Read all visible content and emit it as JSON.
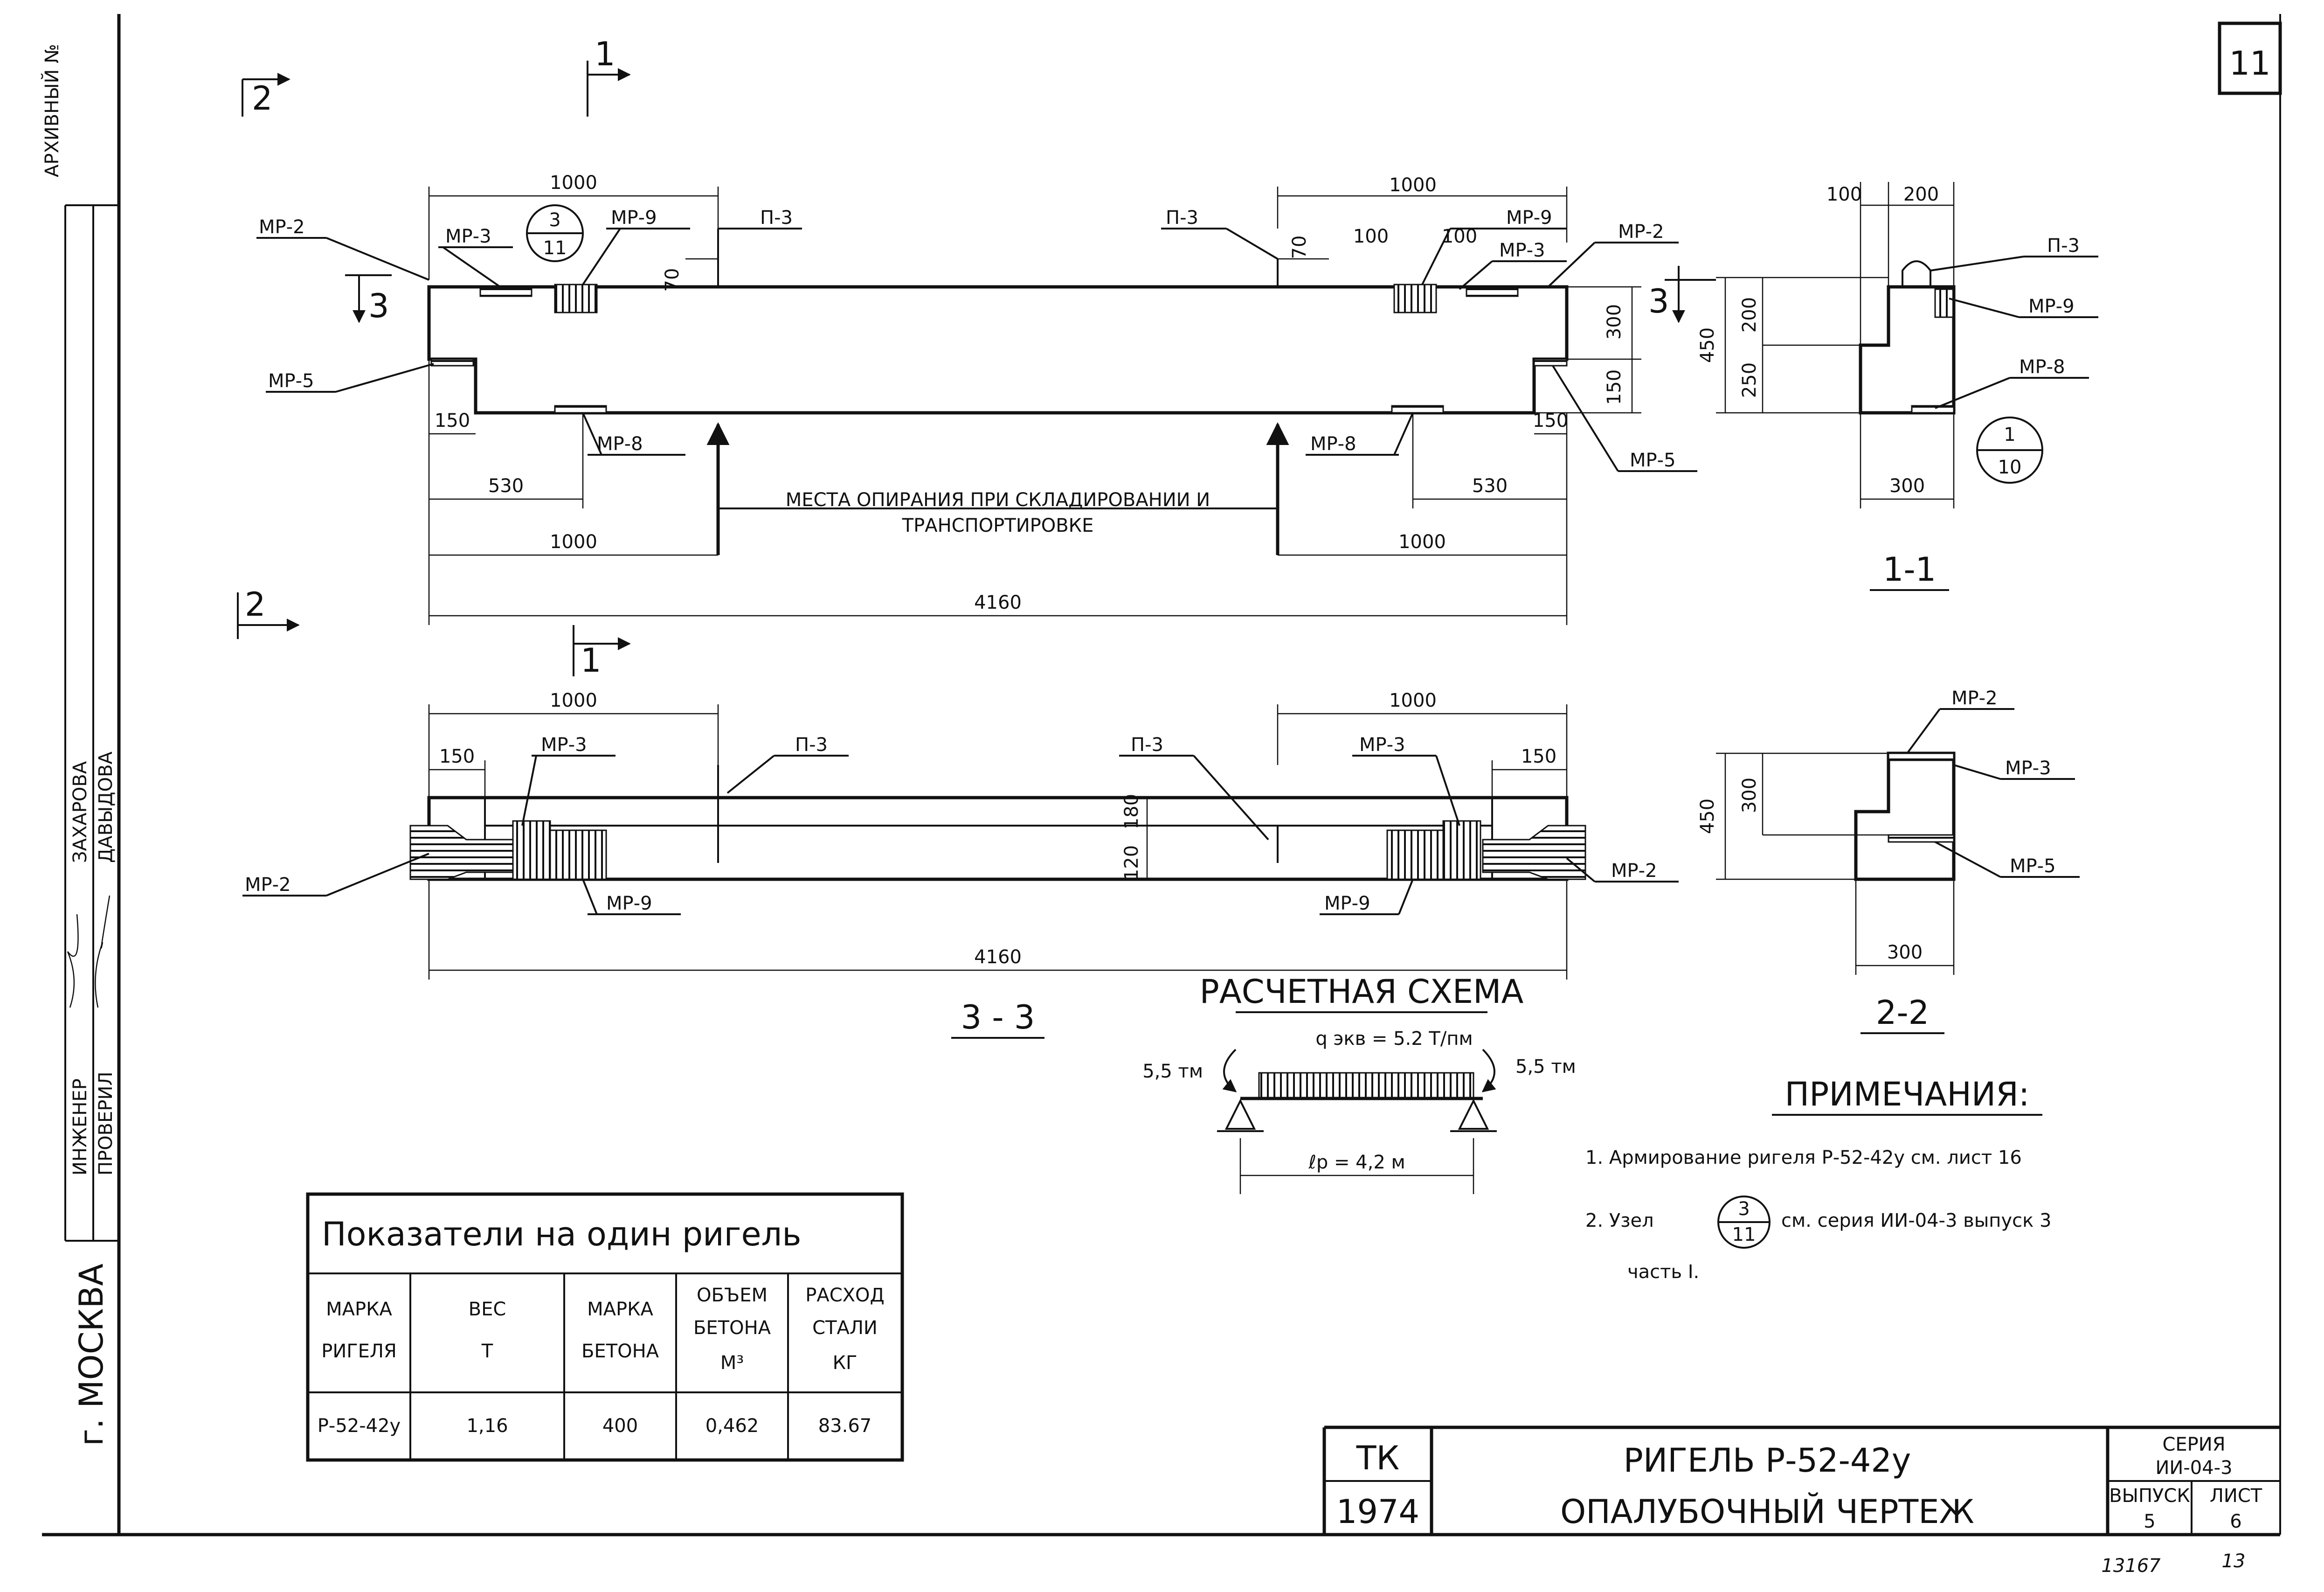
{
  "sheet_number": "11",
  "side_stamp": {
    "archive": "АРХИВНЫЙ №",
    "engineer_role": "ИНЖЕНЕР",
    "checked_role": "ПРОВЕРИЛ",
    "engineer_name": "ЗАХАРОВА",
    "checked_name": "ДАВЫДОВА",
    "city": "г. МОСКВА"
  },
  "elevation": {
    "marks": [
      "МР-2",
      "МР-3",
      "МР-9",
      "П-3",
      "МР-5",
      "МР-8"
    ],
    "callout_top": "3",
    "callout_bottom": "11",
    "section1": "1",
    "section2": "2",
    "section3": "3",
    "dims": {
      "top_left": "1000",
      "top_right": "1000",
      "d70a": "70",
      "d70b": "70",
      "d100a": "100",
      "d100b": "100",
      "d300": "300",
      "d150v": "150",
      "d150l": "150",
      "d150r": "150",
      "d530l": "530",
      "d530r": "530",
      "bot_left": "1000",
      "bot_right": "1000",
      "total": "4160"
    },
    "support_note_1": "МЕСТА ОПИРАНИЯ ПРИ СКЛАДИРОВАНИИ И",
    "support_note_2": "ТРАНСПОРТИРОВКЕ"
  },
  "section_1_1": {
    "title": "1-1",
    "d100": "100",
    "d200w": "200",
    "d200h": "200",
    "d250": "250",
    "d450": "450",
    "d300": "300",
    "marks": [
      "П-3",
      "МР-9",
      "МР-8"
    ],
    "callout_top": "1",
    "callout_bottom": "10"
  },
  "plan_3_3": {
    "title": "3 - 3",
    "dims": {
      "top_left": "1000",
      "top_right": "1000",
      "d150l": "150",
      "d150r": "150",
      "d180": "180",
      "d120": "120",
      "total": "4160"
    },
    "marks": [
      "МР-3",
      "МР-3",
      "П-3",
      "П-3",
      "МР-2",
      "МР-2",
      "МР-9",
      "МР-9"
    ]
  },
  "section_2_2": {
    "title": "2-2",
    "d450": "450",
    "d300h": "300",
    "d300w": "300",
    "marks": [
      "МР-2",
      "МР-3",
      "МР-5"
    ]
  },
  "design_scheme": {
    "title": "РАСЧЕТНАЯ СХЕМА",
    "load": "q экв = 5.2 Т/пм",
    "moment_left": "5,5 тм",
    "moment_right": "5,5 тм",
    "span": "ℓр = 4,2 м"
  },
  "notes": {
    "title": "ПРИМЕЧАНИЯ:",
    "line1": "1. Армирование ригеля Р-52-42у см. лист 16",
    "line2_pre": "2. Узел",
    "callout_top": "3",
    "callout_bottom": "11",
    "line2_post": "см. серия ИИ-04-3 выпуск 3",
    "line3": "часть I."
  },
  "table": {
    "title": "Показатели на один ригель",
    "headers": [
      [
        "МАРКА",
        "РИГЕЛЯ"
      ],
      [
        "ВЕС",
        "Т"
      ],
      [
        "МАРКА",
        "БЕТОНА"
      ],
      [
        "ОБЪЕМ",
        "БЕТОНА",
        "М³"
      ],
      [
        "РАСХОД",
        "СТАЛИ",
        "КГ"
      ]
    ],
    "row": [
      "Р-52-42у",
      "1,16",
      "400",
      "0,462",
      "83.67"
    ]
  },
  "title_block": {
    "org": "ТК",
    "year": "1974",
    "title1": "РИГЕЛЬ Р-52-42у",
    "title2": "ОПАЛУБОЧНЫЙ ЧЕРТЕЖ",
    "series_label": "СЕРИЯ",
    "series": "ИИ-04-3",
    "issue_label": "ВЫПУСК",
    "issue": "5",
    "sheet_label": "ЛИСТ",
    "sheet": "6"
  },
  "archive_ref": "13167",
  "archive_ref2": "13"
}
